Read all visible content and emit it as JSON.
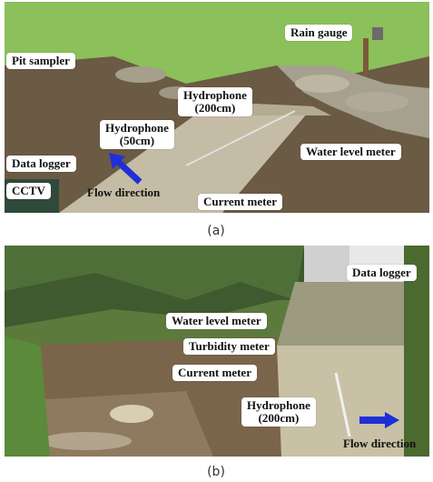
{
  "panel_a": {
    "caption": "(a)",
    "labels": {
      "rain_gauge": "Rain gauge",
      "pit_sampler": "Pit sampler",
      "hydrophone_200": "Hydrophone\n(200cm)",
      "hydrophone_50": "Hydrophone\n(50cm)",
      "water_level_meter": "Water level meter",
      "data_logger": "Data logger",
      "cctv": "CCTV",
      "flow_direction": "Flow direction",
      "current_meter": "Current meter"
    }
  },
  "panel_b": {
    "caption": "(b)",
    "labels": {
      "data_logger": "Data logger",
      "water_level_meter": "Water level meter",
      "turbidity_meter": "Turbidity meter",
      "current_meter": "Current meter",
      "hydrophone_200": "Hydrophone\n(200cm)",
      "flow_direction": "Flow direction"
    }
  },
  "colors": {
    "arrow": "#1f2fd8",
    "grass": "#5f9a3a",
    "water": "#7d6a4e",
    "concrete": "#c9c4b0"
  }
}
